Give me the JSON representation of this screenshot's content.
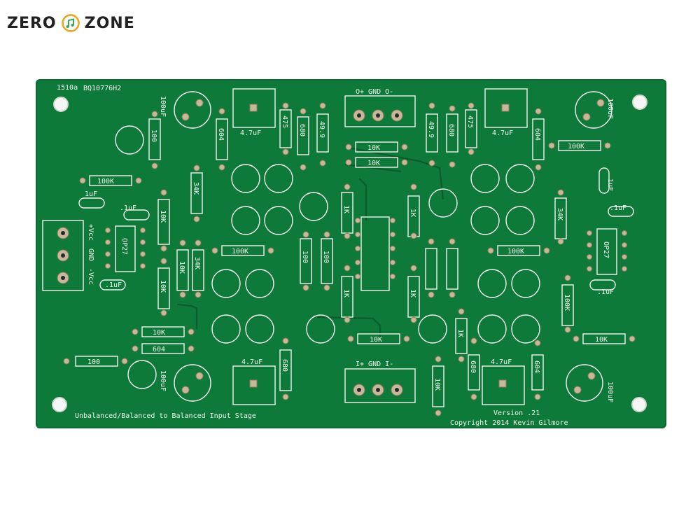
{
  "brand": {
    "left": "ZERO",
    "right": "ZONE"
  },
  "board": {
    "top_left_codes": [
      "1510a",
      "BQ10776H2"
    ],
    "connector_top": "O+ GND O-",
    "connector_bottom": "I+ GND I-",
    "power_labels": [
      "+Vcc",
      "GND",
      "-Vcc"
    ],
    "title": "Unbalanced/Balanced to Balanced Input Stage",
    "version": "Version .21",
    "copyright": "Copyright 2014 Kevin Gilmore",
    "ic_labels": [
      "OP27",
      "OP27"
    ],
    "cap_labels": [
      "4.7uF",
      "4.7uF",
      "4.7uF",
      "4.7uF",
      "100uF",
      "100uF",
      "100uF",
      "100uF",
      "1uF",
      "1uF",
      ".1uF",
      ".1uF",
      ".1uF",
      ".1uF"
    ],
    "resistor_labels": [
      "100",
      "604",
      "475",
      "680",
      "49.9",
      "10K",
      "10K",
      "49.9",
      "680",
      "475",
      "604",
      "100K",
      "100K",
      "34K",
      "10K",
      "100K",
      "1K",
      "1K",
      "100",
      "100",
      "1K",
      "1K",
      "100K",
      "34K",
      "10K",
      "34K",
      "10K",
      "100",
      "604",
      "680",
      "10K",
      "1K",
      "10K",
      "680",
      "604",
      "10K",
      "10K",
      "100K"
    ]
  }
}
